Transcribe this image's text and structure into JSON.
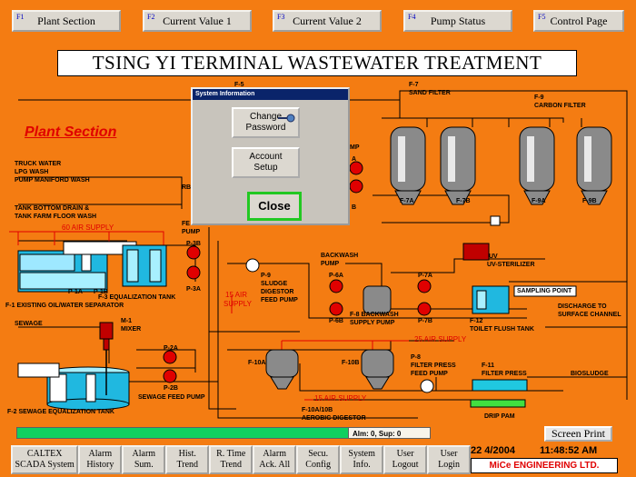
{
  "top_buttons": [
    {
      "key": "F1",
      "label": "Plant Section"
    },
    {
      "key": "F2",
      "label": "Current Value 1"
    },
    {
      "key": "F3",
      "label": "Current Value 2"
    },
    {
      "key": "F4",
      "label": "Pump Status"
    },
    {
      "key": "F5",
      "label": "Control Page"
    }
  ],
  "title": "TSING YI TERMINAL WASTEWATER TREATMENT",
  "plant_label": "Plant Section",
  "dialog": {
    "title": "System Information",
    "change_password": "Change\nPassword",
    "account_setup": "Account\nSetup",
    "close": "Close"
  },
  "labels": {
    "truck": "TRUCK WATER",
    "lpg": "LPG WASH",
    "manifold": "PUMP MANIFORD WASH",
    "tank_drain": "TANK BOTTOM DRAIN &",
    "tank_floor": "TANK FARM FLOOR WASH",
    "air60": "60 AIR SUPPLY",
    "p1a": "P-1A",
    "p1b": "P-1B",
    "f3": "F-3 EQUALIZATION TANK",
    "f1": "F-1 EXISTING OIL/WATER SEPARATOR",
    "p3b": "P-3B",
    "p3a": "P-3A",
    "rb": "RB",
    "fe": "FE",
    "pump_side": "PUMP",
    "sewage": "SEWAGE",
    "m1": "M-1",
    "mixer": "MIXER",
    "p2a": "P-2A",
    "p2b": "P-2B",
    "sewage_pump": "SEWAGE FEED PUMP",
    "f2": "F-2 SEWAGE EQUALIZATION TANK",
    "f5": "F-5",
    "f7": "F-7",
    "sand": "SAND FILTER",
    "f9": "F-9",
    "carbon": "CARBON FILTER",
    "pmp": "MP",
    "a_lbl": "A",
    "b_lbl": "B",
    "f7a": "F-7A",
    "f7b": "F-7B",
    "f9a": "F-9A",
    "f9b": "F-9B",
    "backwash": "BACKWASH",
    "bw_pump": "PUMP",
    "p6a": "P-6A",
    "p6b": "P-6B",
    "f8": "F-8 BACKWASH",
    "f8b": "SUPPLY PUMP",
    "p7a": "P-7A",
    "p7b": "P-7B",
    "uv": "UV",
    "uvs": "UV-STERILIZER",
    "sampling": "SAMPLING POINT",
    "discharge": "DISCHARGE TO",
    "surface": "SURFACE CHANNEL",
    "f12": "F-12",
    "flush": "TOILET FLUSH TANK",
    "p9": "P-9",
    "sludge": "SLUDGE",
    "digestor": "DIGESTOR",
    "feedpump": "FEED PUMP",
    "air15a": "15 AIR",
    "supply": "SUPPLY",
    "air25": "25 AIR SUPPLY",
    "f10a": "F-10A",
    "f10b": "F-10B",
    "p8": "P-8",
    "fpf": "FILTER PRESS",
    "fpf2": "FEED PUMP",
    "f11": "F-11",
    "filterpress": "FILTER PRESS",
    "biosludge": "BIOSLUDGE",
    "air15b": "15 AIR SUPPLY",
    "drip": "DRIP PAM",
    "f10": "F-10A/10B",
    "aerobic": "AEROBIC DIGESTOR"
  },
  "alarm_status": "Alm:   0, Sup:   0",
  "screen_print": "Screen Print",
  "bottom_buttons": [
    {
      "name": "caltex",
      "label": "CALTEX\nSCADA System"
    },
    {
      "name": "alarm-history",
      "label": "Alarm\nHistory"
    },
    {
      "name": "alarm-sum",
      "label": "Alarm\nSum."
    },
    {
      "name": "hist-trend",
      "label": "Hist.\nTrend"
    },
    {
      "name": "r-time-trend",
      "label": "R. Time\nTrend"
    },
    {
      "name": "alarm-ack",
      "label": "Alarm\nAck. All"
    },
    {
      "name": "secu-config",
      "label": "Secu.\nConfig"
    },
    {
      "name": "system-info",
      "label": "System\nInfo."
    },
    {
      "name": "user-logout",
      "label": "User\nLogout"
    },
    {
      "name": "user-login",
      "label": "User\nLogin"
    }
  ],
  "date": "22  4/2004",
  "time": "11:48:52 AM",
  "company": "MiCe ENGINEERING LTD."
}
